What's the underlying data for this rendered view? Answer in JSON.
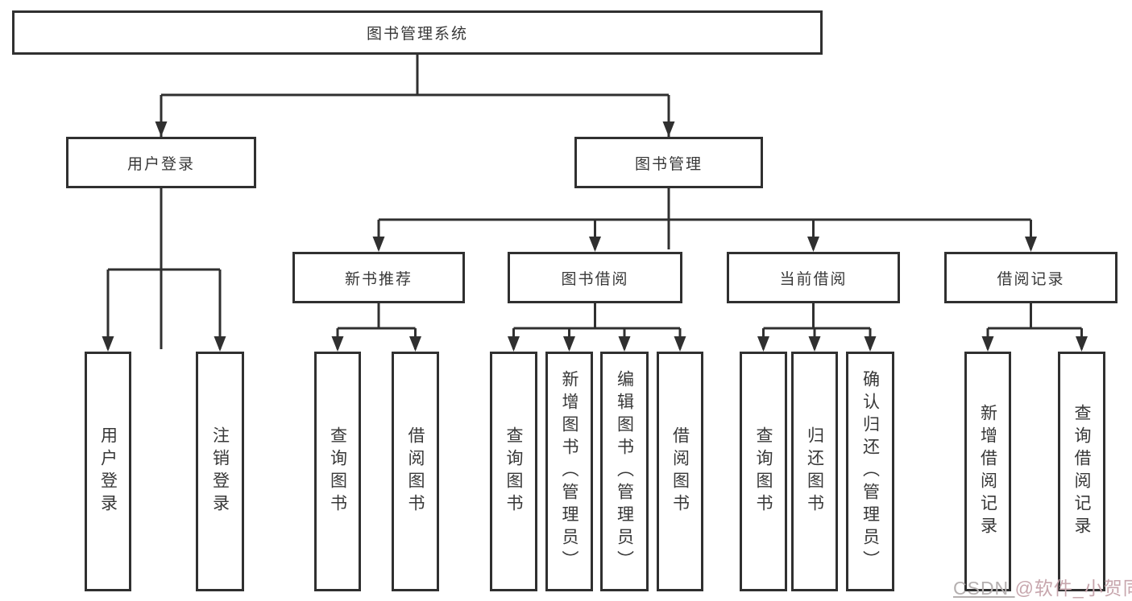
{
  "tree": {
    "label": "图书管理系统",
    "children": [
      {
        "label": "用户登录",
        "children": [
          {
            "label": "用户登录"
          },
          {
            "label": "注销登录"
          }
        ]
      },
      {
        "label": "图书管理",
        "children": [
          {
            "label": "新书推荐",
            "children": [
              {
                "label": "查询图书"
              },
              {
                "label": "借阅图书"
              }
            ]
          },
          {
            "label": "图书借阅",
            "children": [
              {
                "label": "查询图书"
              },
              {
                "label": "新增图书（管理员）"
              },
              {
                "label": "编辑图书（管理员）"
              },
              {
                "label": "借阅图书"
              }
            ]
          },
          {
            "label": "当前借阅",
            "children": [
              {
                "label": "查询图书"
              },
              {
                "label": "归还图书"
              },
              {
                "label": "确认归还（管理员）"
              }
            ]
          },
          {
            "label": "借阅记录",
            "children": [
              {
                "label": "新增借阅记录"
              },
              {
                "label": "查询借阅记录"
              }
            ]
          }
        ]
      }
    ]
  },
  "watermark": {
    "site": "CSDN ",
    "author": "@软件_小贺同学"
  },
  "colors": {
    "line": "#303030",
    "text": "#383838",
    "background": "#ffffff",
    "watermark_site": "#b5b0b0",
    "watermark_author": "#c7a6ad"
  }
}
